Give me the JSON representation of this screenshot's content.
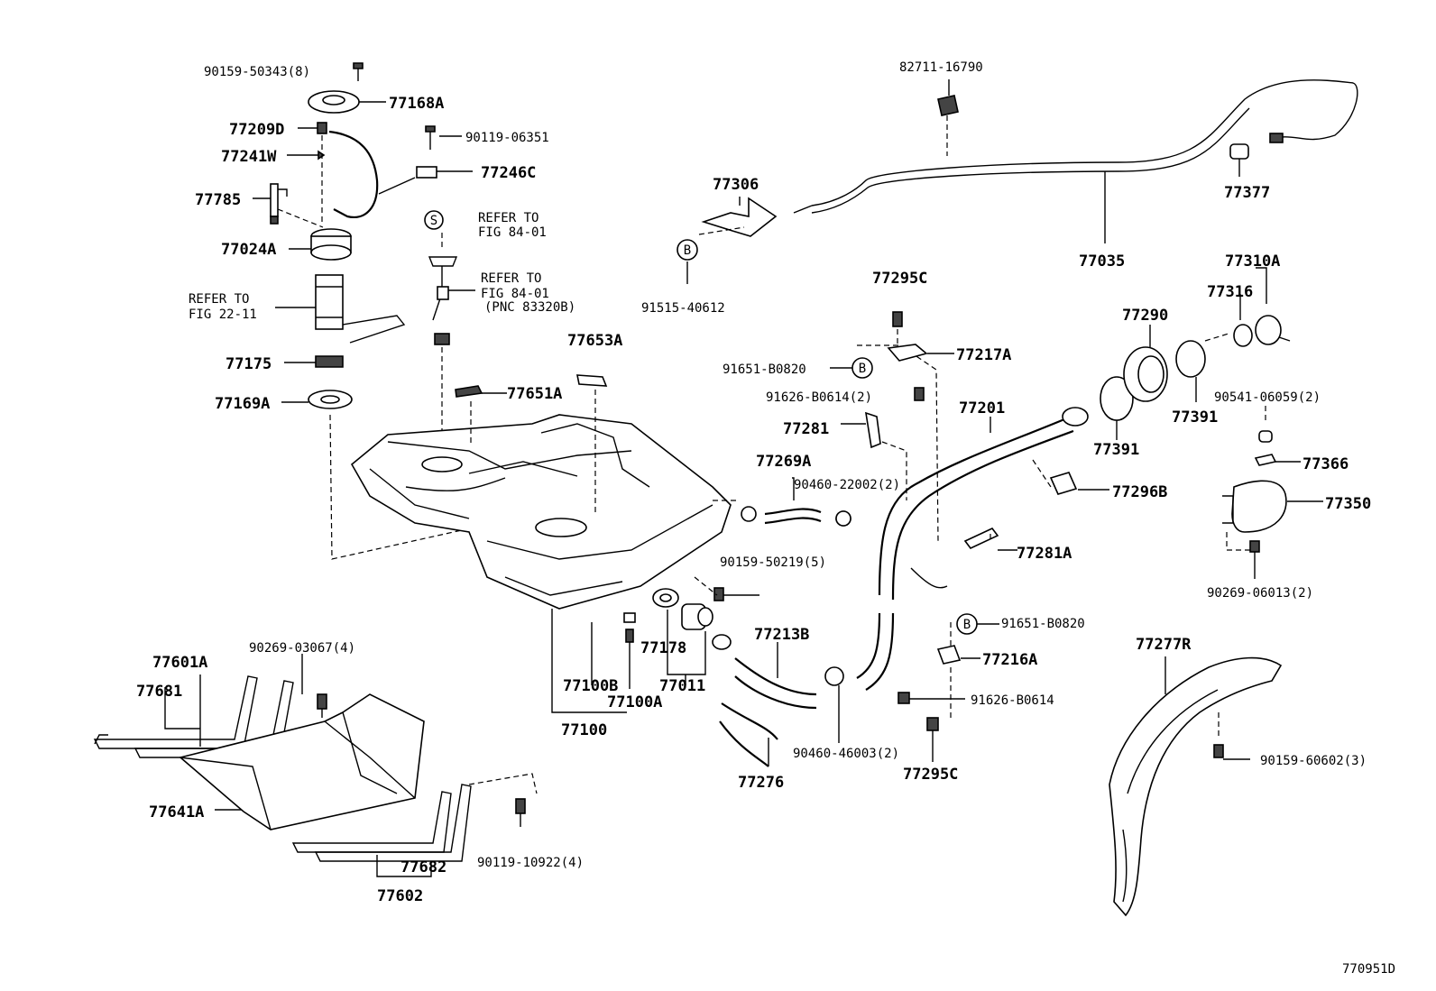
{
  "diagram_code": "770951D",
  "labels": {
    "p90159_50343": "90159-50343(8)",
    "p77168A": "77168A",
    "p77209D": "77209D",
    "p90119_06351": "90119-06351",
    "p77241W": "77241W",
    "p77246C": "77246C",
    "p77785": "77785",
    "p77024A": "77024A",
    "p77175": "77175",
    "p77169A": "77169A",
    "p77653A": "77653A",
    "p77651A": "77651A",
    "p82711_16790": "82711-16790",
    "p77306": "77306",
    "p91515_40612": "91515-40612",
    "p77377": "77377",
    "p77035": "77035",
    "p77295C_top": "77295C",
    "p77310A": "77310A",
    "p77316": "77316",
    "p77290": "77290",
    "p91651_B0820_a": "91651-B0820",
    "p77217A": "77217A",
    "p91626_B0614_2": "91626-B0614(2)",
    "p77201": "77201",
    "p77391_a": "77391",
    "p77391_b": "77391",
    "p90541_06059": "90541-06059(2)",
    "p77281": "77281",
    "p77366": "77366",
    "p77269A": "77269A",
    "p90460_22002": "90460-22002(2)",
    "p77296B": "77296B",
    "p77350": "77350",
    "p77281A": "77281A",
    "p90159_50219": "90159-50219(5)",
    "p90269_06013": "90269-06013(2)",
    "p91651_B0820_b": "91651-B0820",
    "p77213B": "77213B",
    "p77216A": "77216A",
    "p77277R": "77277R",
    "p77178": "77178",
    "p77100B": "77100B",
    "p77011": "77011",
    "p77100A": "77100A",
    "p77100": "77100",
    "p91626_B0614": "91626-B0614",
    "p90460_46003": "90460-46003(2)",
    "p77295C_bot": "77295C",
    "p77276": "77276",
    "p90159_60602": "90159-60602(3)",
    "p77601A": "77601A",
    "p77681": "77681",
    "p90269_03067": "90269-03067(4)",
    "p77641A": "77641A",
    "p77682": "77682",
    "p77602": "77602",
    "p90119_10922": "90119-10922(4)"
  },
  "references": {
    "ref_22_11_a": "REFER TO",
    "ref_22_11_b": "FIG 22-11",
    "ref_84_01_s_a": "REFER TO",
    "ref_84_01_s_b": "FIG 84-01",
    "ref_84_01_a": "REFER TO",
    "ref_84_01_b": "FIG 84-01",
    "ref_84_01_c": "(PNC 83320B)"
  },
  "markers": {
    "s": "S",
    "b1": "B",
    "b2": "B",
    "b3": "B"
  }
}
